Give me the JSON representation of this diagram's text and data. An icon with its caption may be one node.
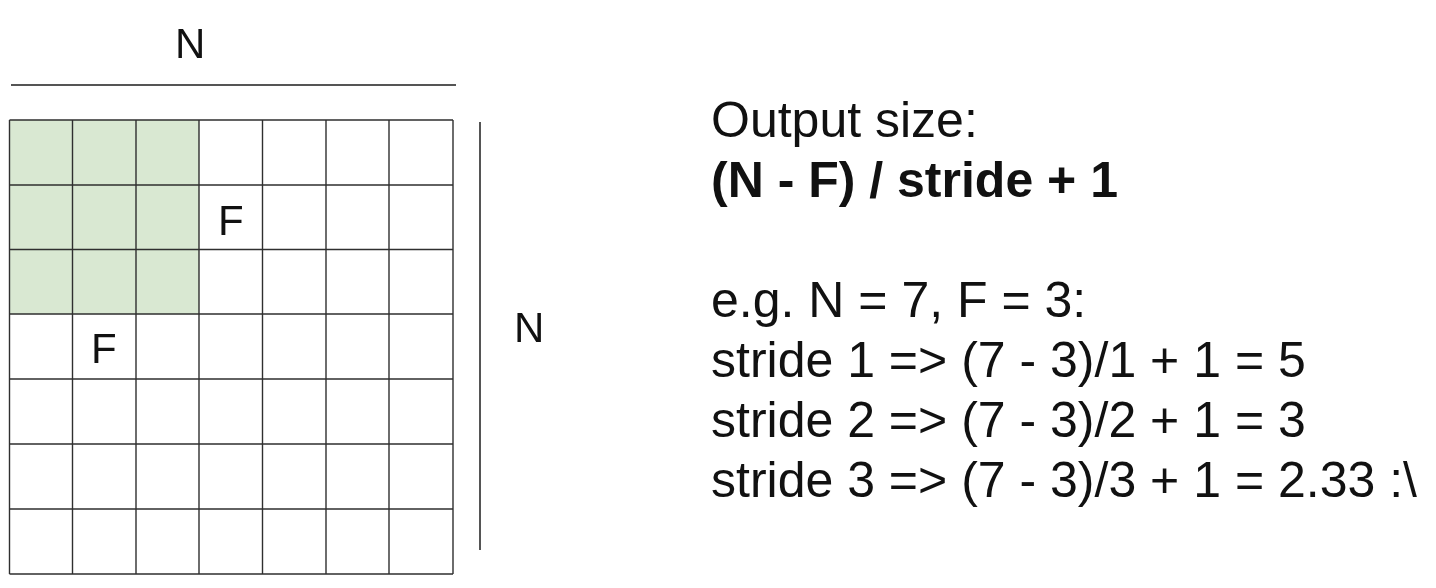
{
  "diagram": {
    "labels": [
      "N",
      "F",
      "N",
      "F",
      "Output size:",
      "(N - F) / stride + 1",
      "e.g. N = 7, F = 3:",
      "stride 1 => (7 - 3)/1 + 1 = 5",
      "stride 2 => (7 - 3)/2 + 1 = 3",
      "stride 3 => (7 - 3)/3 + 1 = 2.33 :\\"
    ]
  }
}
